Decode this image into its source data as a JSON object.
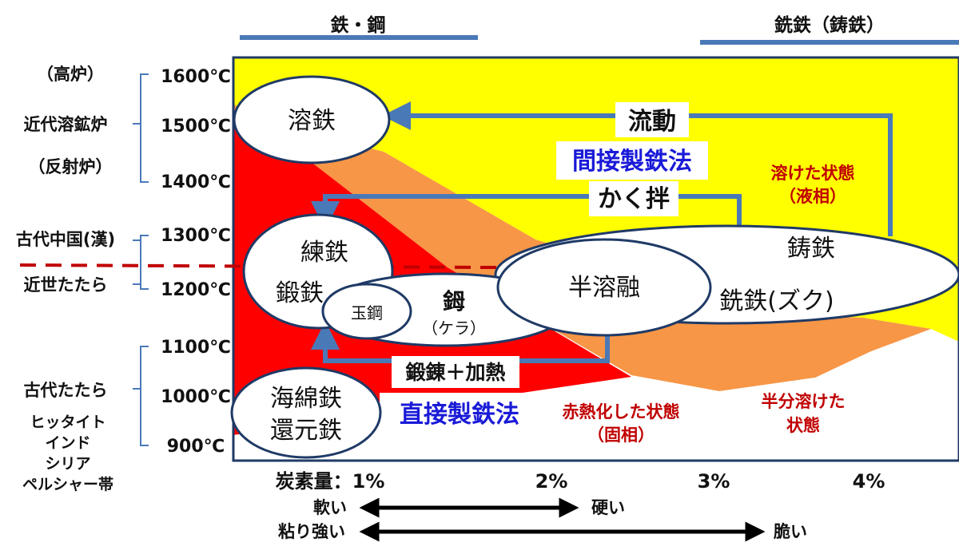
{
  "header": {
    "steel": "鉄・鋼",
    "pig_iron": "銑鉄（鋳鉄）"
  },
  "temperatures": [
    "1600℃",
    "1500℃",
    "1400℃",
    "1300℃",
    "1200℃",
    "1100℃",
    "1000℃",
    "900℃"
  ],
  "furnaces": {
    "blast": "（高炉）",
    "modern": "近代溶鉱炉",
    "reverb": "（反射炉）",
    "ancient_china": "古代中国(漢)",
    "modern_tatara": "近世たたら",
    "ancient_tatara": "古代たたら",
    "regions": [
      "ヒッタイト",
      "インド",
      "シリア",
      "ペルシャー帯"
    ]
  },
  "regions": {
    "liquid_1": "溶けた状態",
    "liquid_2": "（液相）",
    "solid_1": "赤熱化した状態",
    "solid_2": "（固相）",
    "half_1": "半分溶けた",
    "half_2": "状態"
  },
  "ellipses": {
    "molten": "溶鉄",
    "wrought": "練鉄",
    "forged": "鍛鉄",
    "tamahagane": "玉鋼",
    "kera_1": "鉧",
    "kera_2": "（ケラ）",
    "semi": "半溶融",
    "cast": "鋳鉄",
    "zuku": "銑鉄(ズク)",
    "sponge_1": "海綿鉄",
    "sponge_2": "還元鉄"
  },
  "processes": {
    "flow": "流動",
    "indirect": "間接製鉄法",
    "stir": "かく拌",
    "forge_heat": "鍛錬＋加熱",
    "direct": "直接製鉄法"
  },
  "carbon": {
    "label": "炭素量：1%",
    "p2": "2%",
    "p3": "3%",
    "p4": "4%"
  },
  "properties": {
    "soft": "軟い",
    "hard": "硬い",
    "tough": "粘り強い",
    "brittle": "脆い"
  },
  "colors": {
    "liquid": "#ffff00",
    "solid": "#ff0000",
    "half": "#f79646",
    "arrow": "#4a79b8",
    "frame": "#1f3a66"
  }
}
